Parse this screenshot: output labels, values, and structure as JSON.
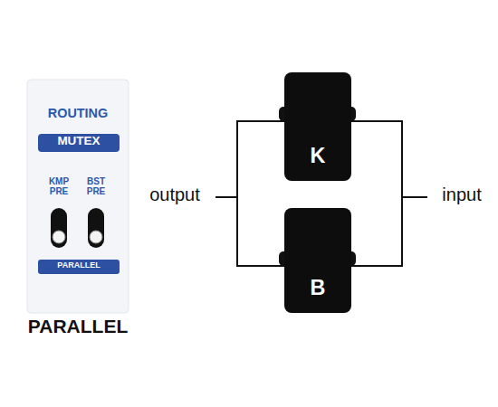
{
  "diagram": {
    "nodes": [
      {
        "text": [
          "ROUTING"
        ]
      },
      {
        "text": [
          "MUTEX"
        ],
        "in": 0
      },
      {
        "text": [
          "PARALLEL"
        ],
        "in": 0
      },
      {
        "text": [
          "K"
        ]
      },
      {
        "text": [
          "B"
        ]
      }
    ],
    "labels": [
      "KMP PRE",
      "BST PRE",
      "PARALLEL",
      "output",
      "input"
    ]
  }
}
